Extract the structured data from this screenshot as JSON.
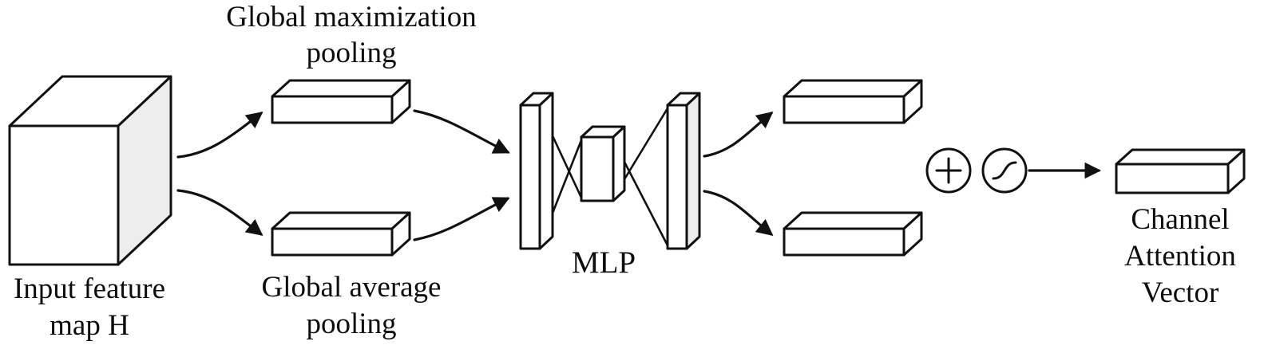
{
  "figure": {
    "labels": {
      "global_max_pooling": {
        "line1": "Global maximization",
        "line2": "pooling"
      },
      "input_feature_map": {
        "line1": "Input feature",
        "line2": "map H"
      },
      "global_avg_pooling": {
        "line1": "Global average",
        "line2": "pooling"
      },
      "mlp": "MLP",
      "channel_attention_vector": {
        "line1": "Channel",
        "line2": "Attention",
        "line3": "Vector"
      }
    },
    "icons": {
      "add_icon": "circled-plus",
      "sigmoid_icon": "circled-sigmoid-curve",
      "arrowhead_icon": "filled-triangle"
    }
  },
  "colors": {
    "stroke": "#111111",
    "fill_face": "#ffffff",
    "fill_shade": "#ededed",
    "background": "#ffffff",
    "text": "#0d0d0d"
  }
}
